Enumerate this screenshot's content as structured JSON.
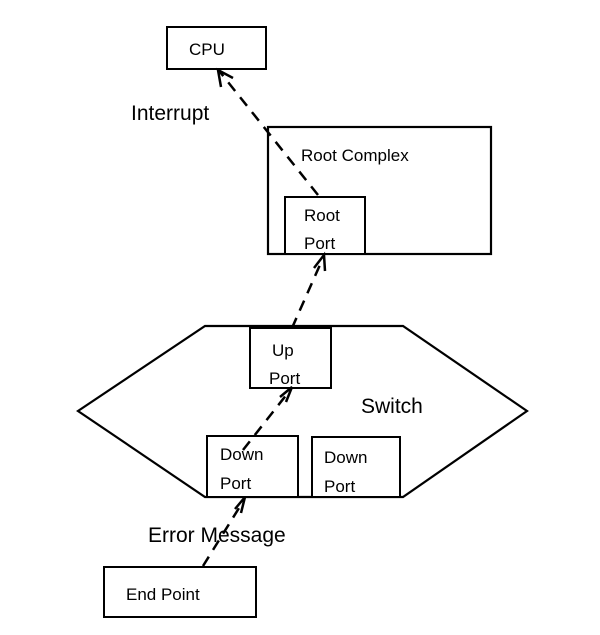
{
  "nodes": {
    "cpu": "CPU",
    "root_complex": "Root Complex",
    "root_port": [
      "Root",
      "Port"
    ],
    "up_port": [
      "Up",
      "Port"
    ],
    "switch": "Switch",
    "down_port_left": [
      "Down",
      "Port"
    ],
    "down_port_right": [
      "Down",
      "Port"
    ],
    "end_point": "End Point"
  },
  "edge_labels": {
    "interrupt": "Interrupt",
    "error_message": "Error Message"
  },
  "colors": {
    "stroke": "#000000",
    "background": "#ffffff"
  }
}
